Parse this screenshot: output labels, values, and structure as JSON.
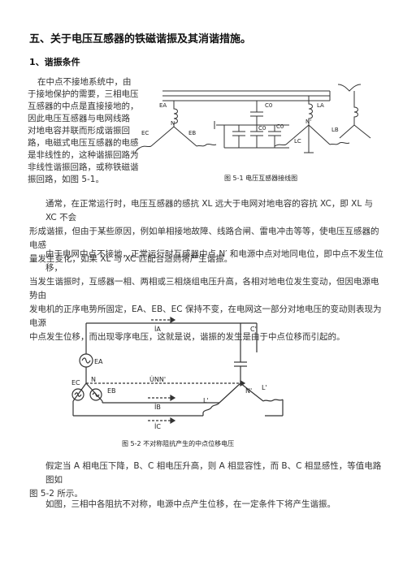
{
  "title": "五、关于电压互感器的铁磁谐振及其消谐措施。",
  "section1": {
    "heading": "1、谐振条件"
  },
  "intro_lines": [
    "在中点不接地系统中，由",
    "于接地保护的需要，三相电压",
    "互感器的中点是直接接地的，",
    "因此电压互感器与电网线路",
    "对地电容并联而形成谐振回",
    "路，电磁式电压互感器的电感",
    "是非线性的，这种谐振回路为",
    "非线性谐振回路，或称铁磁谐",
    "振回路，如图 5-1。"
  ],
  "fig1": {
    "caption": "图 5-1   电压互感器接线图",
    "labels": {
      "ea": "EA",
      "eb": "EB",
      "ec": "EC",
      "n": "N",
      "n_prime": "N'",
      "c0_top": "C0",
      "c0_left": "C0",
      "c0_right": "C0",
      "la": "LA",
      "lb": "LB",
      "lc": "LC"
    }
  },
  "para2_lines": [
    "通常，在正常运行时，电压互感器的感抗 XL 远大于电网对地电容的容抗 XC，即 XL 与 XC 不会",
    "形成谐振，但由于某些原因，例如单相接地故障、线路合闸、雷电冲击等等，使电压互感器的电感",
    "量发生变化，如果 XL 与 XC 匹配合适则将产生谐振。"
  ],
  "para3_lines": [
    "由于电网中点不接地，正常运行时互感器中点 N′ 和电源中点对地同电位，即中点不发生位移，",
    "当发生谐振时，互感器一相、两相或三相烧组电压升高，各相对地电位发生变动，但因电源电势由",
    "发电机的正序电势所固定，EA、EB、EC 保持不变，在电网这一部分对地电压的变动则表现为电源",
    "中点发生位移，而出现零序电压，这就是说，谐振的发生是由于中点位移而引起的。"
  ],
  "fig2": {
    "caption": "图 5-2   不对称阻抗产生的中点位移电压",
    "labels": {
      "ia": "İA",
      "ea": "EA",
      "ec": "EC",
      "eb": "EB",
      "n": "N",
      "unn": "U̇NN'",
      "ib": "İB",
      "ic": "İC",
      "c_prime": "C'",
      "n_prime": "N'",
      "l_prime_1": "L'",
      "l_prime_2": "L'"
    }
  },
  "para4_lines": [
    "假定当 A 相电压下降，B、C 相电压升高，则 A 相显容性，而 B、C 相显感性，等值电路图如",
    "图 5-2 所示。"
  ],
  "para5_lines": [
    "如图，三相中各阻抗不对称，电源中点产生位移，在一定条件下将产生谐振。"
  ]
}
